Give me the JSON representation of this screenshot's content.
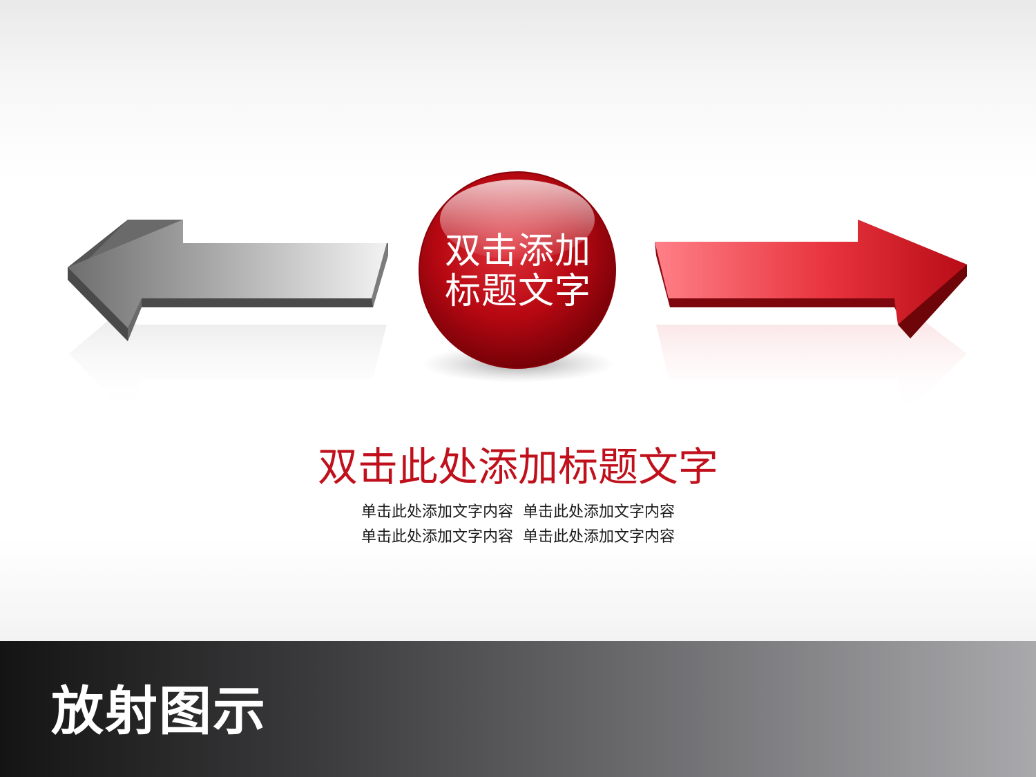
{
  "center_node": {
    "line1": "双击添加",
    "line2": "标题文字"
  },
  "main_title": "双击此处添加标题文字",
  "body_lines": [
    "单击此处添加文字内容  单击此处添加文字内容",
    "单击此处添加文字内容  单击此处添加文字内容"
  ],
  "footer": {
    "title": "放射图示"
  },
  "colors": {
    "accent_red": "#c0101c",
    "left_arrow": "#8a8a8a",
    "right_arrow": "#e0222d"
  },
  "icons": {
    "left": "left-arrow-icon",
    "right": "right-arrow-icon",
    "center": "red-sphere"
  }
}
